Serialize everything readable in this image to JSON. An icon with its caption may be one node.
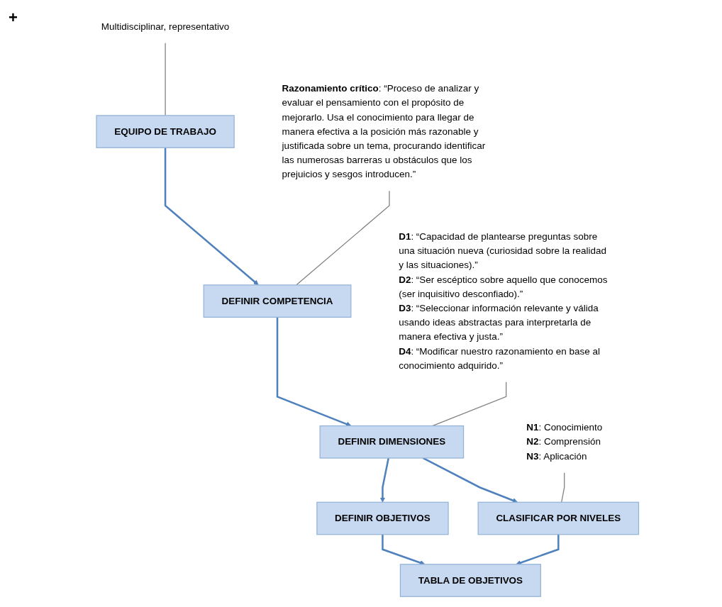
{
  "diagram": {
    "nodes": [
      {
        "text": [
          "EQUIPO DE TRABAJO"
        ]
      },
      {
        "text": [
          "Multidisciplinar, representativo"
        ]
      },
      {
        "text": [
          "DEFINIR COMPETENCIA"
        ]
      },
      {
        "text": [
          "**Razonamiento crítico**: “Proceso de analizar y evaluar el pensamiento con el propósito de mejorarlo. Usa el conocimiento para llegar de manera efectiva a la posición más razonable y justificada sobre un tema, procurando identificar las numerosas barreras u obstáculos que los prejuicios y sesgos introducen.”"
        ]
      },
      {
        "text": [
          "DEFINIR DIMENSIONES"
        ]
      },
      {
        "text": [
          "**D1**: “Capacidad de plantearse preguntas sobre una situación nueva (curiosidad sobre la realidad y las situaciones).”",
          "**D2**: “Ser escéptico sobre aquello que conocemos (ser inquisitivo desconfiado).”",
          "**D3**: “Seleccionar información relevante y válida usando ideas abstractas para interpretarla de manera efectiva y justa.”",
          "**D4**: “Modificar nuestro razonamiento en base al conocimiento adquirido.”"
        ]
      },
      {
        "text": [
          "DEFINIR OBJETIVOS"
        ]
      },
      {
        "text": [
          "CLASIFICAR POR NIVELES"
        ]
      },
      {
        "text": [
          "**N1**: Conocimiento",
          "**N2**: Comprensión",
          "**N3**: Aplicación"
        ]
      },
      {
        "text": [
          "TABLA DE OBJETIVOS"
        ]
      }
    ],
    "edges": [
      {
        "from": 0,
        "to": 2,
        "arrow": "to"
      },
      {
        "from": 2,
        "to": 4,
        "arrow": "to"
      },
      {
        "from": 4,
        "to": 6,
        "arrow": "to"
      },
      {
        "from": 4,
        "to": 7,
        "arrow": "to"
      },
      {
        "from": 6,
        "to": 9,
        "arrow": "to"
      },
      {
        "from": 7,
        "to": 9,
        "arrow": "to"
      },
      {
        "from": 1,
        "to": 0,
        "arrow": "none",
        "color": "#7f7f7f"
      },
      {
        "from": 3,
        "to": 2,
        "arrow": "none",
        "color": "#7f7f7f"
      },
      {
        "from": 5,
        "to": 4,
        "arrow": "none",
        "color": "#7f7f7f"
      },
      {
        "from": 8,
        "to": 7,
        "arrow": "none",
        "color": "#7f7f7f"
      }
    ],
    "labels": [
      "+"
    ]
  }
}
